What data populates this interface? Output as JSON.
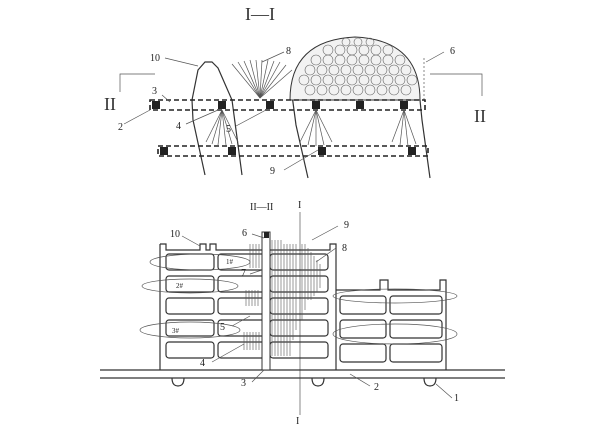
{
  "top_view": {
    "section_title": "I—I",
    "section_mark_left": "II",
    "section_mark_right": "II",
    "callouts": [
      "10",
      "8",
      "6",
      "3",
      "2",
      "4",
      "5",
      "9"
    ]
  },
  "bottom_view": {
    "section_title": "II—II",
    "section_mark_top": "I",
    "section_mark_bottom": "I",
    "callouts": [
      "10",
      "6",
      "9",
      "8",
      "7",
      "5",
      "4",
      "3",
      "2",
      "1"
    ],
    "floor_labels": [
      "1#",
      "2#",
      "3#"
    ]
  }
}
